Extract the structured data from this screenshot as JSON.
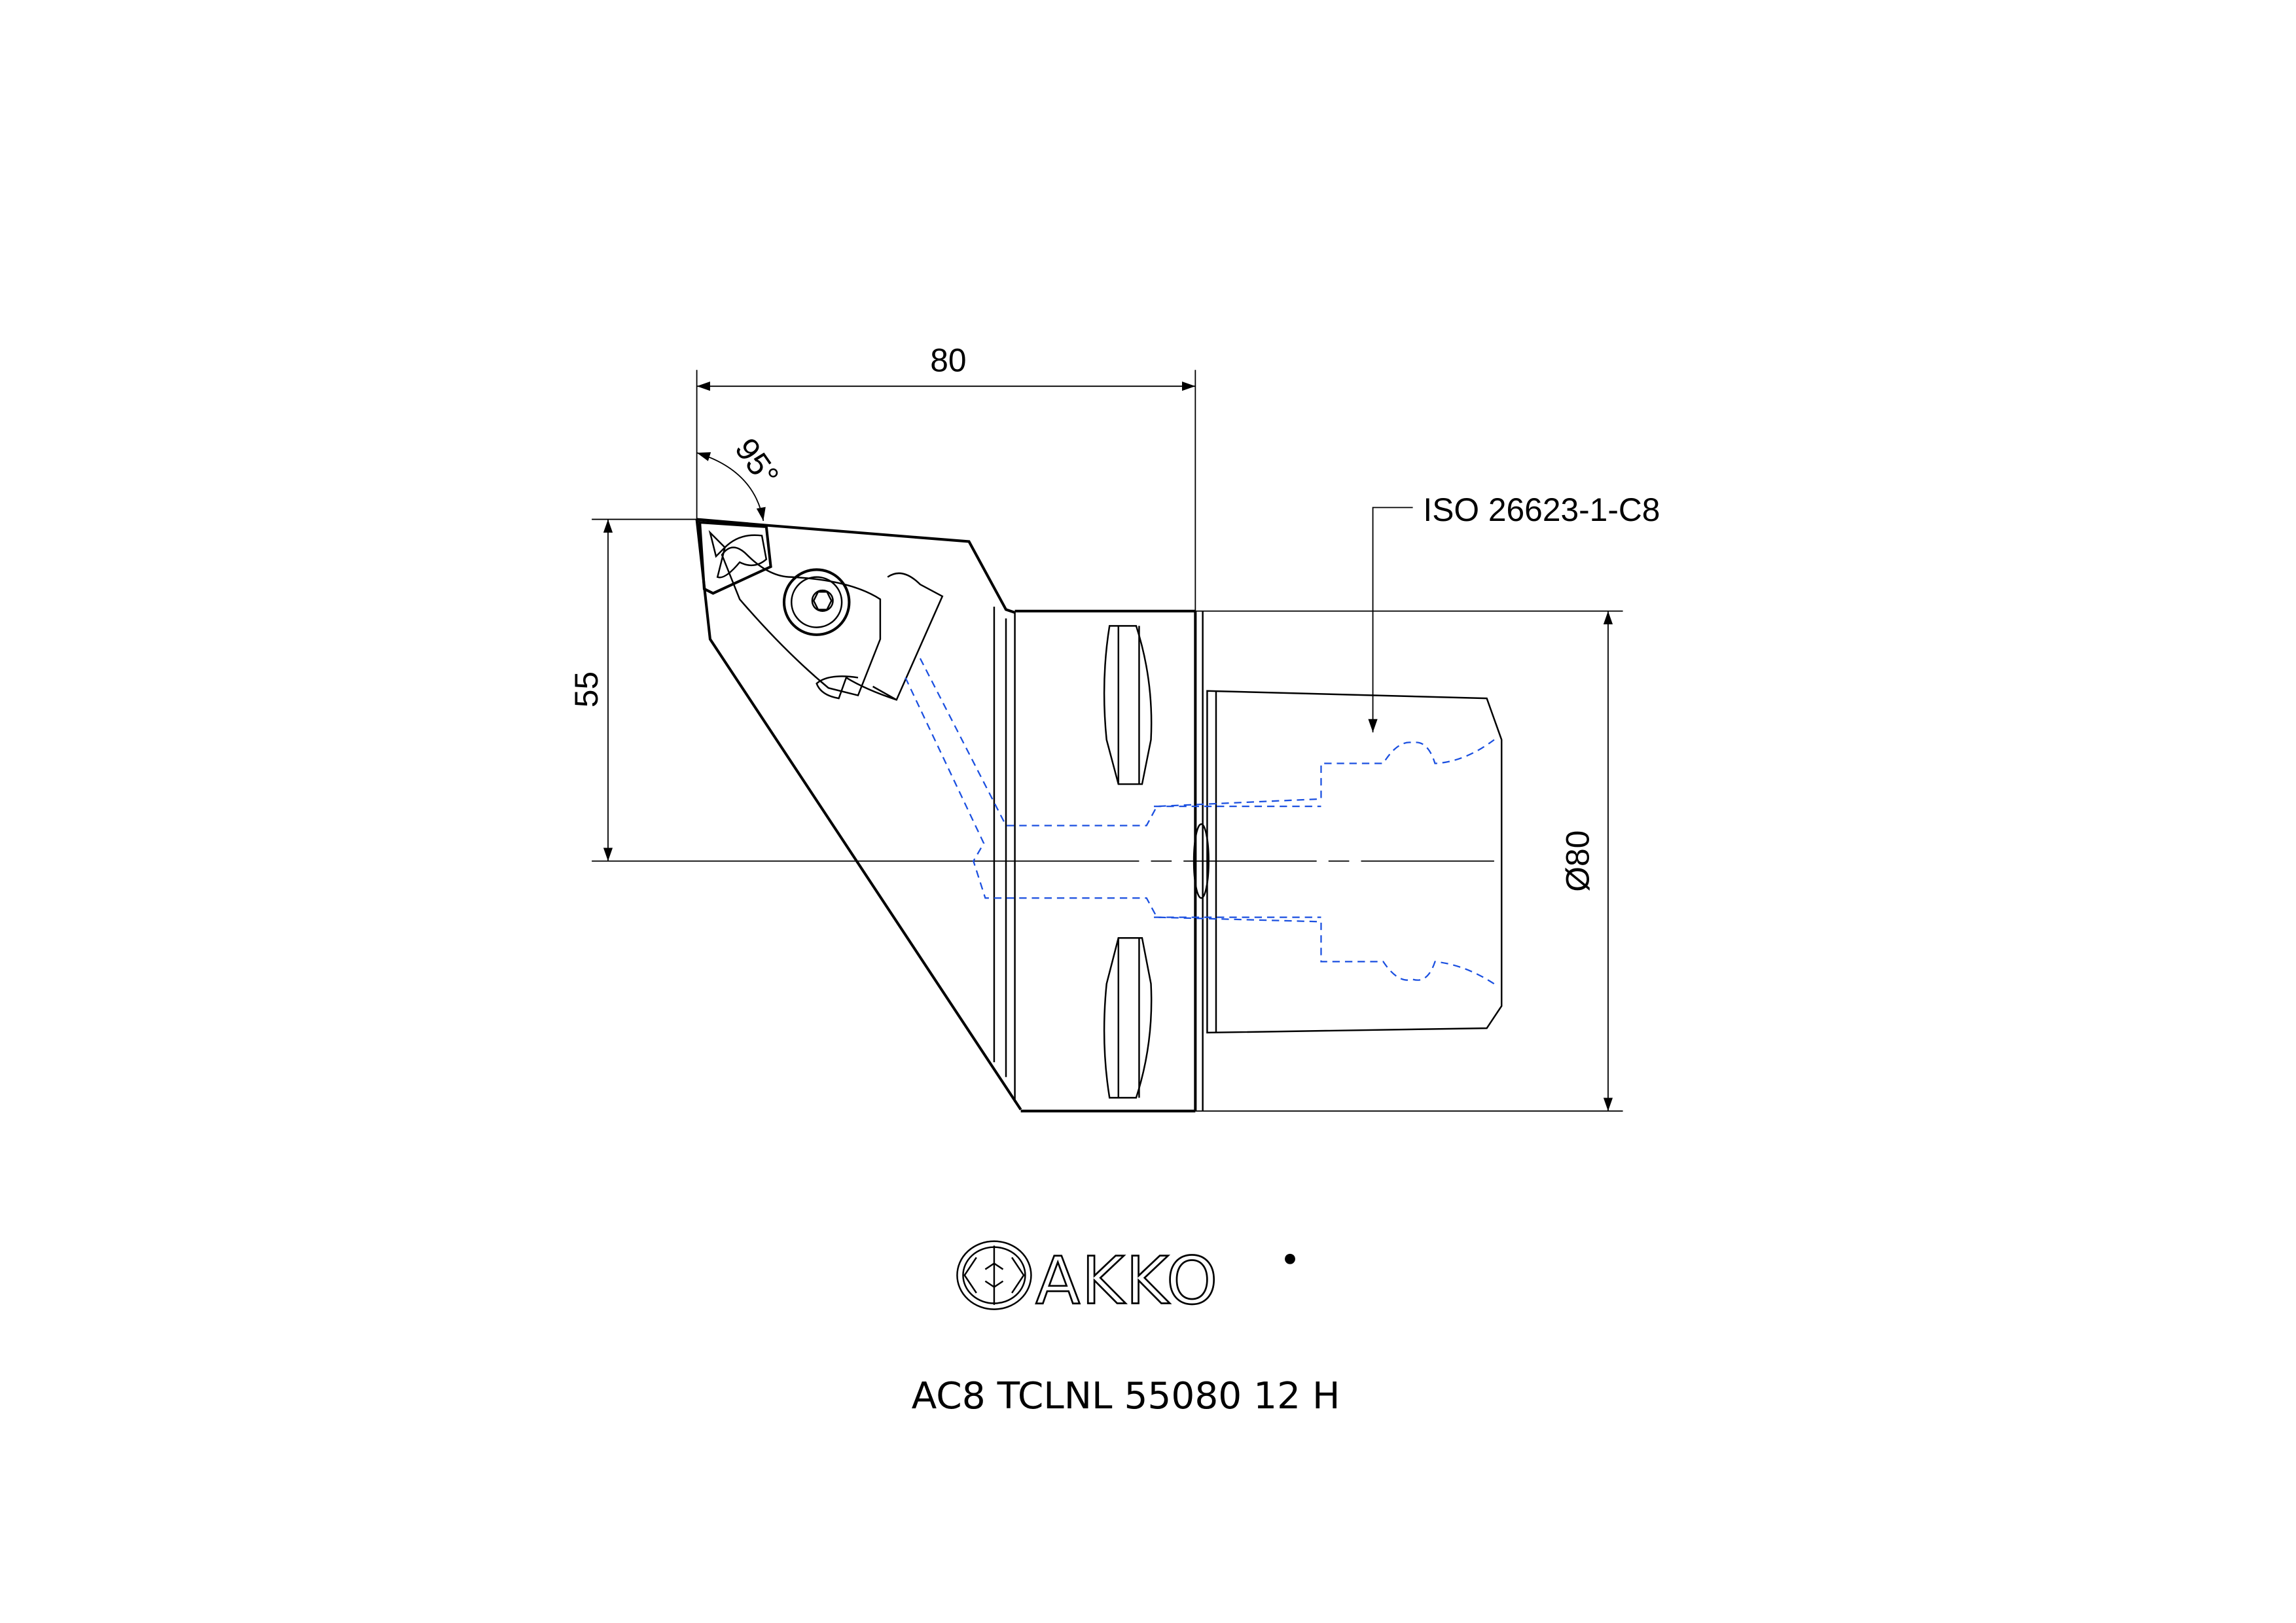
{
  "drawing": {
    "dimensions": {
      "length": "80",
      "height": "55",
      "angle": "95°",
      "diameter": "Ø80"
    },
    "callout": "ISO 26623-1-C8",
    "logo_text": "AKKO",
    "part_number": "AC8 TCLNL 55080 12 H",
    "colors": {
      "line": "#000000",
      "coolant": "#1a4fe0"
    }
  }
}
